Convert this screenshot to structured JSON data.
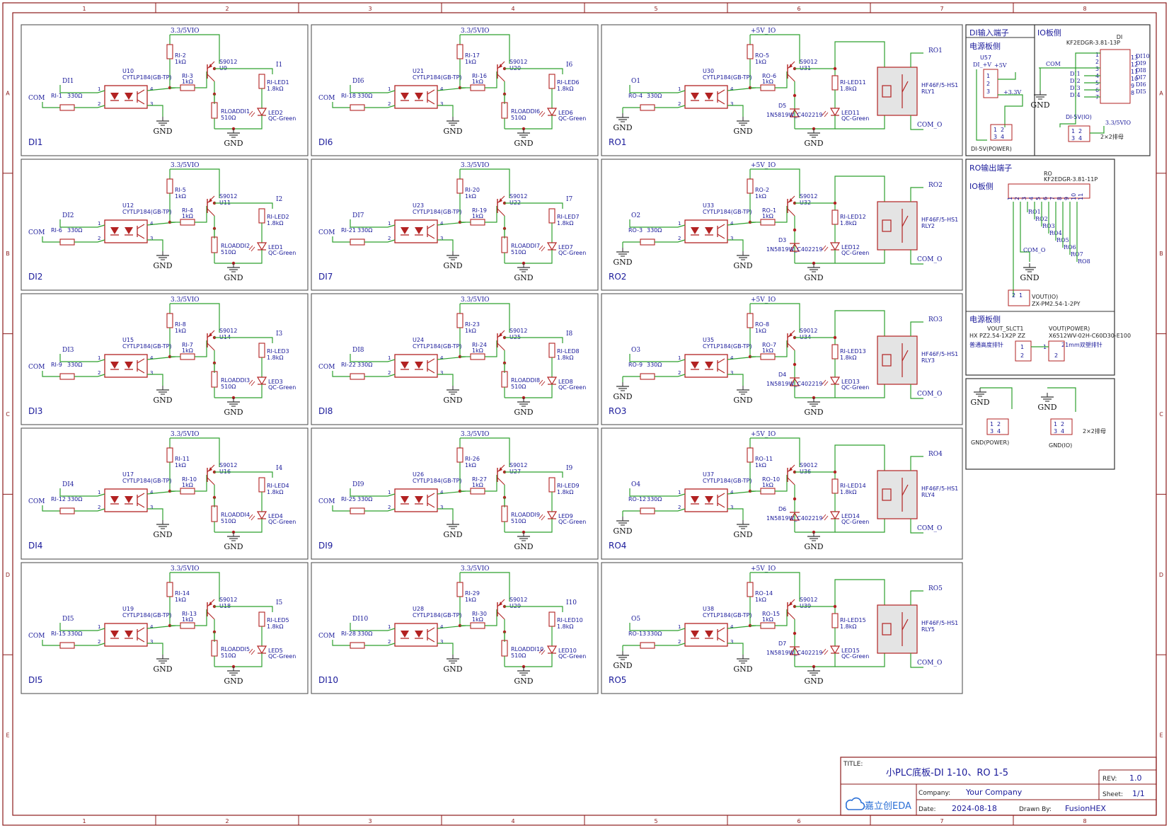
{
  "colors": {
    "frame": "#8b1a1a",
    "wire": "#2ea12e",
    "part": "#b22222",
    "label": "#1a1a9a",
    "gnd": "#333333",
    "relay_fill": "#e4e4e4"
  },
  "border": {
    "cols": [
      "1",
      "2",
      "3",
      "4",
      "5",
      "6",
      "7",
      "8"
    ],
    "rows": [
      "A",
      "B",
      "C",
      "D",
      "E"
    ]
  },
  "di_blocks": [
    {
      "name": "DI1",
      "supply": "3.3/5VIO",
      "input": "DI1",
      "com": "COM",
      "r_in": "RI-1",
      "r_in_val": "330Ω",
      "opto": "U10",
      "opto_part": "CYTLP184(GB-TP)",
      "r_pu": "RI-2",
      "r_pu_val": "1kΩ",
      "r_b": "RI-3",
      "r_b_val": "1kΩ",
      "tr": "S9012",
      "tr_ref": "U9",
      "out": "I1",
      "r_led": "RI-LED1",
      "r_led_val": "1.8kΩ",
      "r_load": "RLOADDI1",
      "r_load_val": "510Ω",
      "led": "LED2",
      "led_part": "QC-Green",
      "gnd": "GND"
    },
    {
      "name": "DI2",
      "supply": "3.3/5VIO",
      "input": "DI2",
      "com": "COM",
      "r_in": "RI-6",
      "r_in_val": "330Ω",
      "opto": "U12",
      "opto_part": "CYTLP184(GB-TP)",
      "r_pu": "RI-5",
      "r_pu_val": "1kΩ",
      "r_b": "RI-4",
      "r_b_val": "1kΩ",
      "tr": "S9012",
      "tr_ref": "U11",
      "out": "I2",
      "r_led": "RI-LED2",
      "r_led_val": "1.8kΩ",
      "r_load": "RLOADDI2",
      "r_load_val": "510Ω",
      "led": "LED1",
      "led_part": "QC-Green",
      "gnd": "GND"
    },
    {
      "name": "DI3",
      "supply": "3.3/5VIO",
      "input": "DI3",
      "com": "COM",
      "r_in": "RI-9",
      "r_in_val": "330Ω",
      "opto": "U15",
      "opto_part": "CYTLP184(GB-TP)",
      "r_pu": "RI-8",
      "r_pu_val": "1kΩ",
      "r_b": "RI-7",
      "r_b_val": "1kΩ",
      "tr": "S9012",
      "tr_ref": "U14",
      "out": "I3",
      "r_led": "RI-LED3",
      "r_led_val": "1.8kΩ",
      "r_load": "RLOADDI3",
      "r_load_val": "510Ω",
      "led": "LED3",
      "led_part": "QC-Green",
      "gnd": "GND"
    },
    {
      "name": "DI4",
      "supply": "3.3/5VIO",
      "input": "DI4",
      "com": "COM",
      "r_in": "RI-12",
      "r_in_val": "330Ω",
      "opto": "U17",
      "opto_part": "CYTLP184(GB-TP)",
      "r_pu": "RI-11",
      "r_pu_val": "1kΩ",
      "r_b": "RI-10",
      "r_b_val": "1kΩ",
      "tr": "S9012",
      "tr_ref": "U16",
      "out": "I4",
      "r_led": "RI-LED4",
      "r_led_val": "1.8kΩ",
      "r_load": "RLOADDI4",
      "r_load_val": "510Ω",
      "led": "LED4",
      "led_part": "QC-Green",
      "gnd": "GND"
    },
    {
      "name": "DI5",
      "supply": "3.3/5VIO",
      "input": "DI5",
      "com": "COM",
      "r_in": "RI-15",
      "r_in_val": "330Ω",
      "opto": "U19",
      "opto_part": "CYTLP184(GB-TP)",
      "r_pu": "RI-14",
      "r_pu_val": "1kΩ",
      "r_b": "RI-13",
      "r_b_val": "1kΩ",
      "tr": "S9012",
      "tr_ref": "U18",
      "out": "I5",
      "r_led": "RI-LED5",
      "r_led_val": "1.8kΩ",
      "r_load": "RLOADDI5",
      "r_load_val": "510Ω",
      "led": "LED5",
      "led_part": "QC-Green",
      "gnd": "GND"
    },
    {
      "name": "DI6",
      "supply": "3.3/5VIO",
      "input": "DI6",
      "com": "COM",
      "r_in": "RI-18",
      "r_in_val": "330Ω",
      "opto": "U21",
      "opto_part": "CYTLP184(GB-TP)",
      "r_pu": "RI-17",
      "r_pu_val": "1kΩ",
      "r_b": "RI-16",
      "r_b_val": "1kΩ",
      "tr": "S9012",
      "tr_ref": "U20",
      "out": "I6",
      "r_led": "RI-LED6",
      "r_led_val": "1.8kΩ",
      "r_load": "RLOADDI6",
      "r_load_val": "510Ω",
      "led": "LED6",
      "led_part": "QC-Green",
      "gnd": "GND"
    },
    {
      "name": "DI7",
      "supply": "3.3/5VIO",
      "input": "DI7",
      "com": "COM",
      "r_in": "RI-21",
      "r_in_val": "330Ω",
      "opto": "U23",
      "opto_part": "CYTLP184(GB-TP)",
      "r_pu": "RI-20",
      "r_pu_val": "1kΩ",
      "r_b": "RI-19",
      "r_b_val": "1kΩ",
      "tr": "S9012",
      "tr_ref": "U22",
      "out": "I7",
      "r_led": "RI-LED7",
      "r_led_val": "1.8kΩ",
      "r_load": "RLOADDI7",
      "r_load_val": "510Ω",
      "led": "LED7",
      "led_part": "QC-Green",
      "gnd": "GND"
    },
    {
      "name": "DI8",
      "supply": "3.3/5VIO",
      "input": "DI8",
      "com": "COM",
      "r_in": "RI-22",
      "r_in_val": "330Ω",
      "opto": "U24",
      "opto_part": "CYTLP184(GB-TP)",
      "r_pu": "RI-23",
      "r_pu_val": "1kΩ",
      "r_b": "RI-24",
      "r_b_val": "1kΩ",
      "tr": "S9012",
      "tr_ref": "U25",
      "out": "I8",
      "r_led": "RI-LED8",
      "r_led_val": "1.8kΩ",
      "r_load": "RLOADDI8",
      "r_load_val": "510Ω",
      "led": "LED8",
      "led_part": "QC-Green",
      "gnd": "GND"
    },
    {
      "name": "DI9",
      "supply": "3.3/5VIO",
      "input": "DI9",
      "com": "COM",
      "r_in": "RI-25",
      "r_in_val": "330Ω",
      "opto": "U26",
      "opto_part": "CYTLP184(GB-TP)",
      "r_pu": "RI-26",
      "r_pu_val": "1kΩ",
      "r_b": "RI-27",
      "r_b_val": "1kΩ",
      "tr": "S9012",
      "tr_ref": "U27",
      "out": "I9",
      "r_led": "RI-LED9",
      "r_led_val": "1.8kΩ",
      "r_load": "RLOADDI9",
      "r_load_val": "510Ω",
      "led": "LED9",
      "led_part": "QC-Green",
      "gnd": "GND"
    },
    {
      "name": "DI10",
      "supply": "3.3/5VIO",
      "input": "DI10",
      "com": "COM",
      "r_in": "RI-28",
      "r_in_val": "330Ω",
      "opto": "U28",
      "opto_part": "CYTLP184(GB-TP)",
      "r_pu": "RI-29",
      "r_pu_val": "1kΩ",
      "r_b": "RI-30",
      "r_b_val": "1kΩ",
      "tr": "S9012",
      "tr_ref": "U29",
      "out": "I10",
      "r_led": "RI-LED10",
      "r_led_val": "1.8kΩ",
      "r_load": "RLOADDI10",
      "r_load_val": "510Ω",
      "led": "LED10",
      "led_part": "QC-Green",
      "gnd": "GND"
    }
  ],
  "ro_blocks": [
    {
      "name": "RO1",
      "supply": "+5V_IO",
      "input": "O1",
      "r_in": "RO-4",
      "r_in_val": "330Ω",
      "opto": "U30",
      "opto_part": "CYTLP184(GB-TP)",
      "r_pu": "RO-5",
      "r_pu_val": "1kΩ",
      "r_b": "RO-6",
      "r_b_val": "1kΩ",
      "tr": "S9012",
      "tr_ref": "U31",
      "diode": "D5",
      "diode_part": "1N5819W_C402219",
      "r_led": "RI-LED11",
      "r_led_val": "1.8kΩ",
      "led": "LED11",
      "led_part": "QC-Green",
      "relay_part": "HF46F/5-HS1",
      "relay": "RLY1",
      "out": "RO1",
      "com_out": "COM_O",
      "gnd": "GND"
    },
    {
      "name": "RO2",
      "supply": "+5V_IO",
      "input": "O2",
      "r_in": "RO-3",
      "r_in_val": "330Ω",
      "opto": "U33",
      "opto_part": "CYTLP184(GB-TP)",
      "r_pu": "RO-2",
      "r_pu_val": "1kΩ",
      "r_b": "RO-1",
      "r_b_val": "1kΩ",
      "tr": "S9012",
      "tr_ref": "U32",
      "diode": "D3",
      "diode_part": "1N5819W_C402219",
      "r_led": "RI-LED12",
      "r_led_val": "1.8kΩ",
      "led": "LED12",
      "led_part": "QC-Green",
      "relay_part": "HF46F/5-HS1",
      "relay": "RLY2",
      "out": "RO2",
      "com_out": "COM_O",
      "gnd": "GND"
    },
    {
      "name": "RO3",
      "supply": "+5V_IO",
      "input": "O3",
      "r_in": "RO-9",
      "r_in_val": "330Ω",
      "opto": "U35",
      "opto_part": "CYTLP184(GB-TP)",
      "r_pu": "RO-8",
      "r_pu_val": "1kΩ",
      "r_b": "RO-7",
      "r_b_val": "1kΩ",
      "tr": "S9012",
      "tr_ref": "U34",
      "diode": "D4",
      "diode_part": "1N5819W_C402219",
      "r_led": "RI-LED13",
      "r_led_val": "1.8kΩ",
      "led": "LED13",
      "led_part": "QC-Green",
      "relay_part": "HF46F/5-HS1",
      "relay": "RLY3",
      "out": "RO3",
      "com_out": "COM_O",
      "gnd": "GND"
    },
    {
      "name": "RO4",
      "supply": "+5V_IO",
      "input": "O4",
      "r_in": "RO-12",
      "r_in_val": "330Ω",
      "opto": "U37",
      "opto_part": "CYTLP184(GB-TP)",
      "r_pu": "RO-11",
      "r_pu_val": "1kΩ",
      "r_b": "RO-10",
      "r_b_val": "1kΩ",
      "tr": "S9012",
      "tr_ref": "U36",
      "diode": "D6",
      "diode_part": "1N5819W_C402219",
      "r_led": "RI-LED14",
      "r_led_val": "1.8kΩ",
      "led": "LED14",
      "led_part": "QC-Green",
      "relay_part": "HF46F/5-HS1",
      "relay": "RLY4",
      "out": "RO4",
      "com_out": "COM_O",
      "gnd": "GND"
    },
    {
      "name": "RO5",
      "supply": "+5V_IO",
      "input": "O5",
      "r_in": "RO-13",
      "r_in_val": "330Ω",
      "opto": "U38",
      "opto_part": "CYTLP184(GB-TP)",
      "r_pu": "RO-14",
      "r_pu_val": "1kΩ",
      "r_b": "RO-15",
      "r_b_val": "1kΩ",
      "tr": "S9012",
      "tr_ref": "U39",
      "diode": "D7",
      "diode_part": "1N5819W_C402219",
      "r_led": "RI-LED15",
      "r_led_val": "1.8kΩ",
      "led": "LED15",
      "led_part": "QC-Green",
      "relay_part": "HF46F/5-HS1",
      "relay": "RLY5",
      "out": "RO5",
      "com_out": "COM_O",
      "gnd": "GND"
    }
  ],
  "di_terminal": {
    "title": "DI输入端子",
    "power_side": "电源板侧",
    "io_side": "IO板侧",
    "u57": "U57",
    "u57_net": "DI_+V",
    "plus5": "+5V",
    "plus33": "+3.3V",
    "u57_pins": [
      "1",
      "2",
      "3"
    ],
    "di5v_power": "DI-5V(POWER)",
    "conn_pins": [
      "1",
      "2",
      "3",
      "4"
    ],
    "di_ref": "DI",
    "di_part": "KF2EDGR-3.81-13P",
    "com": "COM",
    "gnd": "GND",
    "left_pins": [
      "1",
      "2",
      "3",
      "4",
      "5",
      "6",
      "7"
    ],
    "right_pins": [
      "13",
      "12",
      "11",
      "10",
      "9",
      "8"
    ],
    "left_nets": [
      "DI1",
      "DI2",
      "DI3",
      "DI4"
    ],
    "right_nets": [
      "DI10",
      "DI9",
      "DI8",
      "DI7",
      "DI6",
      "DI5"
    ],
    "di5v_io": "DI-5V(IO)",
    "io_supply": "3.3/5VIO",
    "header": "2×2排母"
  },
  "ro_terminal": {
    "title": "RO输出端子",
    "io_side": "IO板侧",
    "ro_ref": "RO",
    "ro_part": "KF2EDGR-3.81-11P",
    "pins": [
      "1",
      "2",
      "3",
      "4",
      "5",
      "6",
      "7",
      "8",
      "9",
      "10",
      "11"
    ],
    "nets": [
      "RO1",
      "RO2",
      "RO3",
      "RO4",
      "RO5",
      "RO6",
      "RO7",
      "RO8"
    ],
    "com_o": "COM_O",
    "gnd": "GND",
    "vout_io": "VOUT(IO)",
    "vout_io_part": "ZX-PM2.54-1-2PY",
    "vout_pins": [
      "2",
      "1"
    ],
    "power_side": "电源板侧",
    "slct": "VOUT_SLCT1",
    "slct_part": "HX PZ2.54-1X2P ZZ",
    "slct_desc": "普通高度排针",
    "vout_power": "VOUT(POWER)",
    "vout_power_part": "X6512WV-02H-C60D30-E100",
    "vout_power_desc": "21mm双塑排针",
    "pin1": "1",
    "pin2": "2"
  },
  "gnd_headers": {
    "gnd": "GND",
    "gnd_power": "GND(POWER)",
    "gnd_io": "GND(IO)",
    "header": "2×2排母",
    "pins": [
      "1",
      "2",
      "3",
      "4"
    ]
  },
  "title_block": {
    "title_label": "TITLE:",
    "title": "小PLC底板-DI 1-10、RO 1-5",
    "rev_label": "REV:",
    "rev": "1.0",
    "company_label": "Company:",
    "company": "Your Company",
    "sheet_label": "Sheet:",
    "sheet": "1/1",
    "date_label": "Date:",
    "date": "2024-08-18",
    "drawn_label": "Drawn By:",
    "drawn": "FusionHEX",
    "logo": "嘉立创EDA"
  }
}
